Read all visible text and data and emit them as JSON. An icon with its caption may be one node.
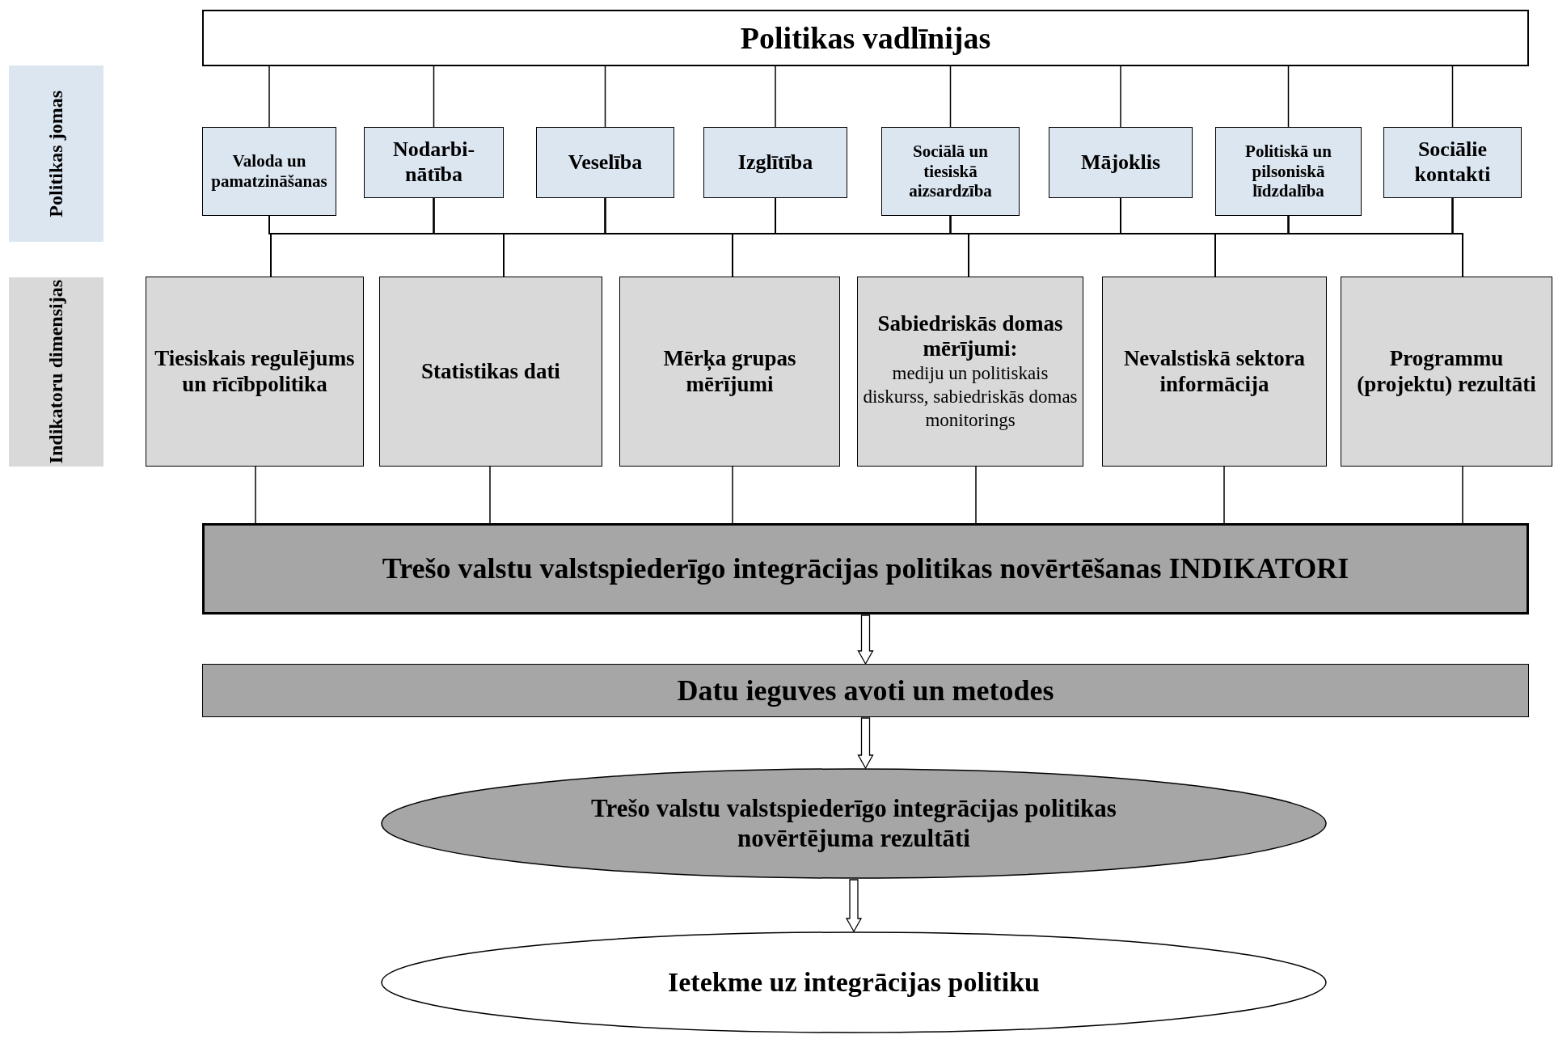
{
  "diagram": {
    "nodes": [
      {
        "text": [
          "Politikas vadlīnijas"
        ]
      },
      {
        "text": [
          "Politikas jomas"
        ]
      },
      {
        "text": [
          "Valoda un pamatzināšanas"
        ]
      },
      {
        "text": [
          "Nodarbi-nātība"
        ]
      },
      {
        "text": [
          "Veselība"
        ]
      },
      {
        "text": [
          "Izglītība"
        ]
      },
      {
        "text": [
          "Sociālā un tiesiskā aizsardzība"
        ]
      },
      {
        "text": [
          "Mājoklis"
        ]
      },
      {
        "text": [
          "Politiskā un pilsoniskā līdzdalība"
        ]
      },
      {
        "text": [
          "Sociālie kontakti"
        ]
      },
      {
        "text": [
          "Indikatoru dimensijas"
        ]
      },
      {
        "text": [
          "Tiesiskais regulējums un rīcībpolitika"
        ]
      },
      {
        "text": [
          "Statistikas dati"
        ]
      },
      {
        "text": [
          "Mērķa grupas mērījumi"
        ]
      },
      {
        "text": [
          "Sabiedriskās domas mērījumi:",
          "mediju un politiskais diskurss, sabiedriskās domas monitorings"
        ]
      },
      {
        "text": [
          "Nevalstiskā sektora informācija"
        ]
      },
      {
        "text": [
          "Programmu (projektu) rezultāti"
        ]
      },
      {
        "text": [
          "Trešo valstu valstspiederīgo integrācijas politikas novērtēšanas INDIKATORI"
        ]
      },
      {
        "text": [
          "Datu ieguves avoti un  metodes"
        ]
      },
      {
        "text": [
          "Trešo valstu valstspiederīgo integrācijas politikas novērtējuma rezultāti"
        ]
      },
      {
        "text": [
          "Ietekme uz integrācijas politiku"
        ]
      }
    ],
    "edges": [
      {
        "from": 0,
        "to": 2,
        "arrow": "none"
      },
      {
        "from": 0,
        "to": 3,
        "arrow": "none"
      },
      {
        "from": 0,
        "to": 4,
        "arrow": "none"
      },
      {
        "from": 0,
        "to": 5,
        "arrow": "none"
      },
      {
        "from": 0,
        "to": 6,
        "arrow": "none"
      },
      {
        "from": 0,
        "to": 7,
        "arrow": "none"
      },
      {
        "from": 0,
        "to": 8,
        "arrow": "none"
      },
      {
        "from": 0,
        "to": 9,
        "arrow": "none"
      },
      {
        "from": 2,
        "to": 11,
        "arrow": "none"
      },
      {
        "from": 2,
        "to": 12,
        "arrow": "none"
      },
      {
        "from": 2,
        "to": 13,
        "arrow": "none"
      },
      {
        "from": 2,
        "to": 14,
        "arrow": "none"
      },
      {
        "from": 2,
        "to": 15,
        "arrow": "none"
      },
      {
        "from": 2,
        "to": 16,
        "arrow": "none"
      },
      {
        "from": 3,
        "to": 11,
        "arrow": "none"
      },
      {
        "from": 3,
        "to": 12,
        "arrow": "none"
      },
      {
        "from": 3,
        "to": 13,
        "arrow": "none"
      },
      {
        "from": 3,
        "to": 14,
        "arrow": "none"
      },
      {
        "from": 3,
        "to": 15,
        "arrow": "none"
      },
      {
        "from": 3,
        "to": 16,
        "arrow": "none"
      },
      {
        "from": 4,
        "to": 11,
        "arrow": "none"
      },
      {
        "from": 4,
        "to": 12,
        "arrow": "none"
      },
      {
        "from": 4,
        "to": 13,
        "arrow": "none"
      },
      {
        "from": 4,
        "to": 14,
        "arrow": "none"
      },
      {
        "from": 4,
        "to": 15,
        "arrow": "none"
      },
      {
        "from": 4,
        "to": 16,
        "arrow": "none"
      },
      {
        "from": 5,
        "to": 11,
        "arrow": "none"
      },
      {
        "from": 5,
        "to": 12,
        "arrow": "none"
      },
      {
        "from": 5,
        "to": 13,
        "arrow": "none"
      },
      {
        "from": 5,
        "to": 14,
        "arrow": "none"
      },
      {
        "from": 5,
        "to": 15,
        "arrow": "none"
      },
      {
        "from": 5,
        "to": 16,
        "arrow": "none"
      },
      {
        "from": 6,
        "to": 11,
        "arrow": "none"
      },
      {
        "from": 6,
        "to": 12,
        "arrow": "none"
      },
      {
        "from": 6,
        "to": 13,
        "arrow": "none"
      },
      {
        "from": 6,
        "to": 14,
        "arrow": "none"
      },
      {
        "from": 6,
        "to": 15,
        "arrow": "none"
      },
      {
        "from": 6,
        "to": 16,
        "arrow": "none"
      },
      {
        "from": 7,
        "to": 11,
        "arrow": "none"
      },
      {
        "from": 7,
        "to": 12,
        "arrow": "none"
      },
      {
        "from": 7,
        "to": 13,
        "arrow": "none"
      },
      {
        "from": 7,
        "to": 14,
        "arrow": "none"
      },
      {
        "from": 7,
        "to": 15,
        "arrow": "none"
      },
      {
        "from": 7,
        "to": 16,
        "arrow": "none"
      },
      {
        "from": 8,
        "to": 11,
        "arrow": "none"
      },
      {
        "from": 8,
        "to": 12,
        "arrow": "none"
      },
      {
        "from": 8,
        "to": 13,
        "arrow": "none"
      },
      {
        "from": 8,
        "to": 14,
        "arrow": "none"
      },
      {
        "from": 8,
        "to": 15,
        "arrow": "none"
      },
      {
        "from": 8,
        "to": 16,
        "arrow": "none"
      },
      {
        "from": 9,
        "to": 11,
        "arrow": "none"
      },
      {
        "from": 9,
        "to": 12,
        "arrow": "none"
      },
      {
        "from": 9,
        "to": 13,
        "arrow": "none"
      },
      {
        "from": 9,
        "to": 14,
        "arrow": "none"
      },
      {
        "from": 9,
        "to": 15,
        "arrow": "none"
      },
      {
        "from": 9,
        "to": 16,
        "arrow": "none"
      },
      {
        "from": 11,
        "to": 17,
        "arrow": "none"
      },
      {
        "from": 12,
        "to": 17,
        "arrow": "none"
      },
      {
        "from": 13,
        "to": 17,
        "arrow": "none"
      },
      {
        "from": 14,
        "to": 17,
        "arrow": "none"
      },
      {
        "from": 15,
        "to": 17,
        "arrow": "none"
      },
      {
        "from": 16,
        "to": 17,
        "arrow": "none"
      },
      {
        "from": 17,
        "to": 18,
        "arrow": "to",
        "style": "thick"
      },
      {
        "from": 18,
        "to": 19,
        "arrow": "to",
        "style": "thick"
      },
      {
        "from": 19,
        "to": 20,
        "arrow": "to",
        "style": "thick"
      }
    ]
  }
}
